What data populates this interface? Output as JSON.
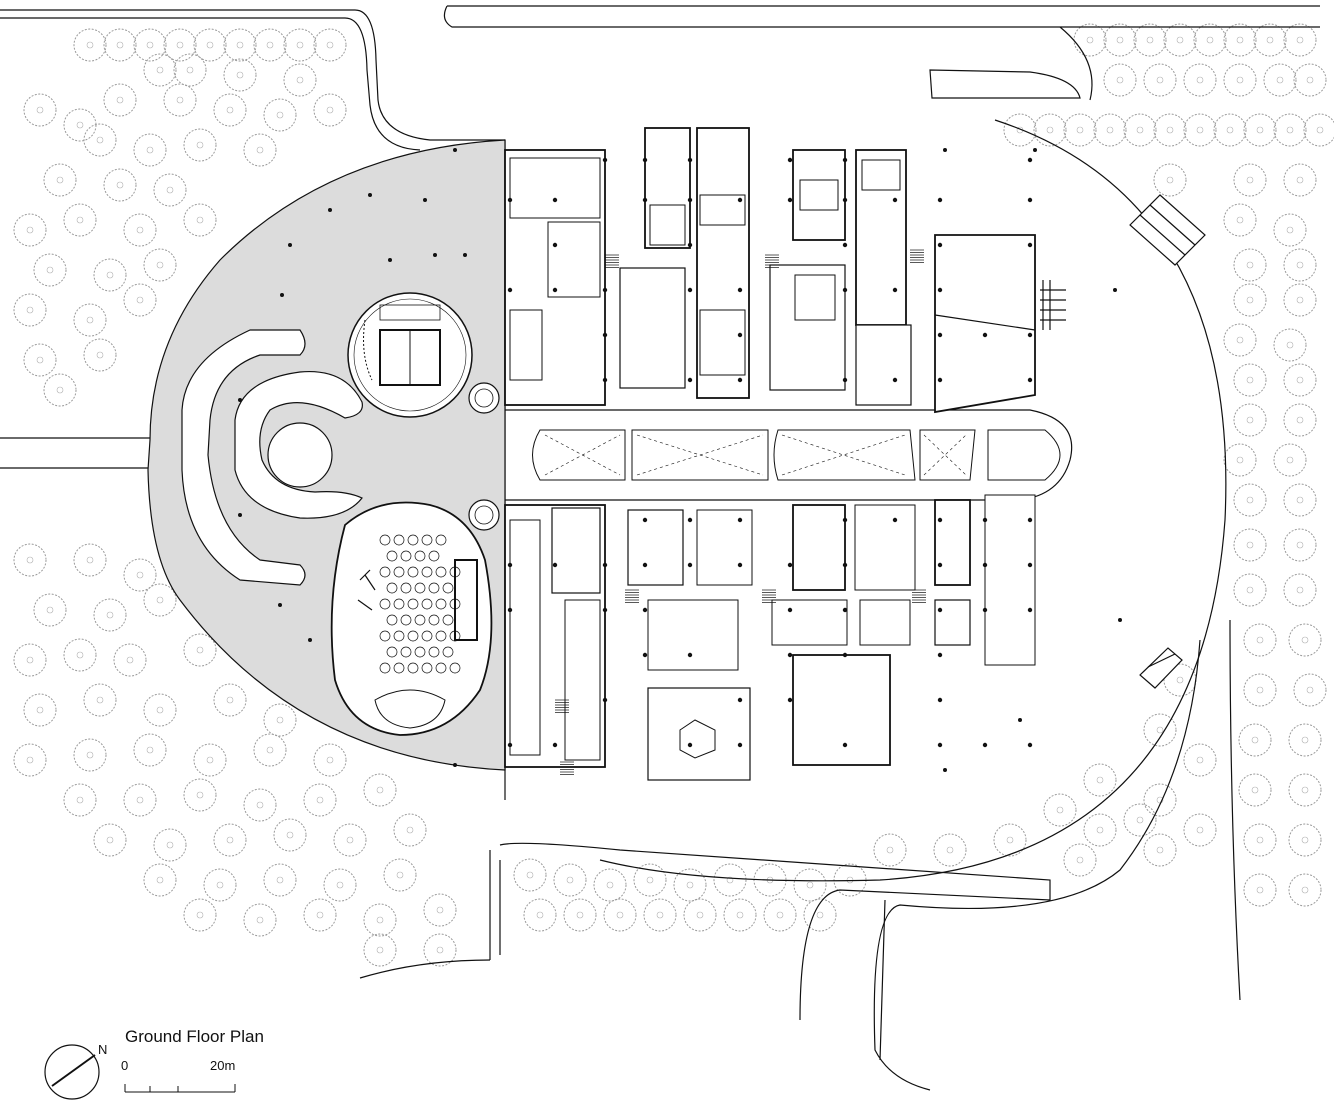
{
  "drawing": {
    "title": "Ground Floor Plan",
    "north_label": "N",
    "scale_start": "0",
    "scale_end": "20m"
  },
  "colors": {
    "ink": "#111111",
    "plaza_fill": "#dcdcdc",
    "tree": "#9a9a9a",
    "background": "#ffffff"
  }
}
